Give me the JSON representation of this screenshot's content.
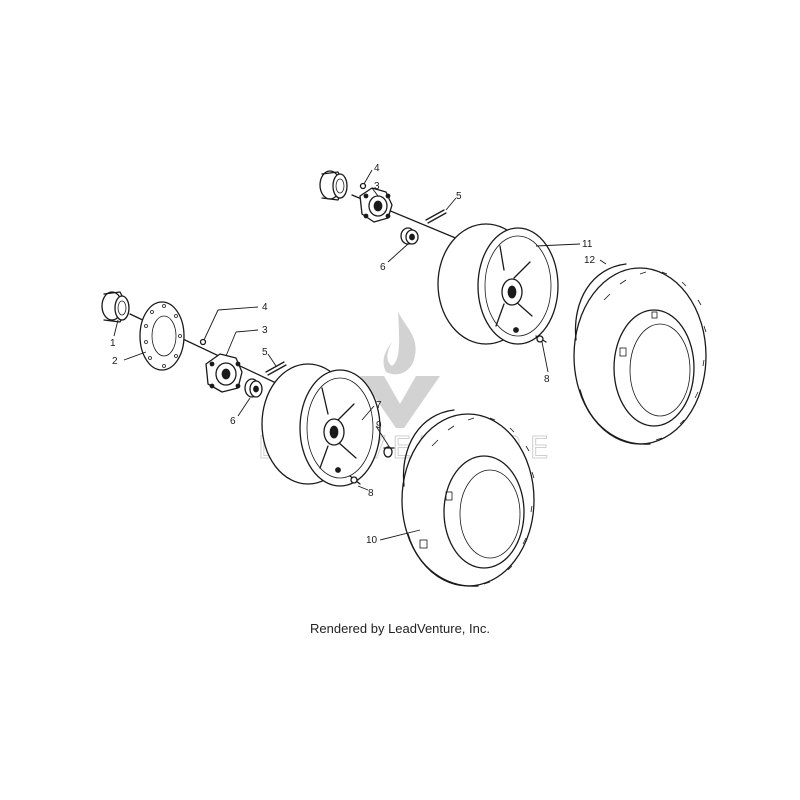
{
  "caption": "Rendered by LeadVenture, Inc.",
  "watermark": {
    "text": "LEADVENTURE",
    "icon": "flame-logo-icon"
  },
  "callouts": {
    "rear": {
      "hub_nut": "4",
      "hub": "3",
      "cotter_pin": "5",
      "spacer": "6",
      "rim": "11",
      "tire": "12",
      "valve": "8"
    },
    "front": {
      "bearing": "1",
      "brake_disc": "2",
      "hub_nut": "4",
      "hub": "3",
      "cotter_pin": "5",
      "spacer": "6",
      "rim": "7",
      "lug_nut": "9",
      "valve": "8",
      "tire": "10"
    }
  },
  "colors": {
    "line": "#1a1a1a",
    "watermark": "#d2d2d2",
    "background": "#ffffff"
  }
}
